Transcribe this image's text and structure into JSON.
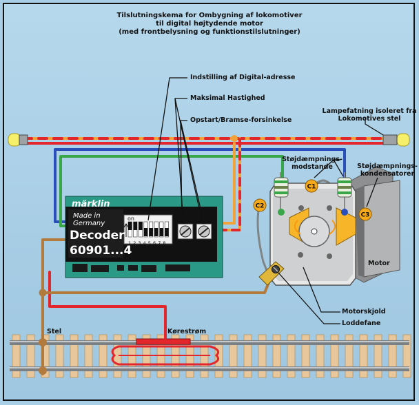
{
  "title": {
    "line1": "Tilslutningskema for Ombygning af lokomotiver",
    "line2": "til digital højtydende motor",
    "line3": "(med frontbelysning og funktionstilslutninger)"
  },
  "labels": {
    "address_setting": "Indstilling af Digital-adresse",
    "max_speed": "Maksimal Hastighed",
    "start_brake": "Opstart/Bramse-forsinkelse",
    "lamp_socket": "Lampefatning isoleret fra Lokomotives stel",
    "suppression_resistors": "Støjdæmpnings-modstande",
    "suppression_capacitors": "Støjdæmpnings-kondensatorer",
    "motor": "Motor",
    "motor_shield": "Motorskjold",
    "solder_tab": "Loddefane",
    "ground": "Stel",
    "track_current": "Kørestrøm"
  },
  "decoder": {
    "brand": "märklin",
    "made_in_line1": "Made in",
    "made_in_line2": "Germany",
    "name": "Decoder",
    "number": "60901...4",
    "dip_on": "on",
    "dip_numbers": "1 2 3 4 5 6 7 8"
  },
  "capacitors": [
    "C1",
    "C2",
    "C3"
  ],
  "colors": {
    "background": "#a9cfe6",
    "wire_red": "#e3262b",
    "wire_orange": "#f1a238",
    "wire_brown": "#b27a3c",
    "wire_blue": "#2a4fb8",
    "wire_green": "#3aa64a",
    "wire_gray": "#7f8487",
    "decoder_pcb": "#1e8a78",
    "decoder_label": "#111111",
    "capacitor": "#f5a91b",
    "motor_shield": "#c9cacb",
    "sleeper": "#e7c79b"
  }
}
